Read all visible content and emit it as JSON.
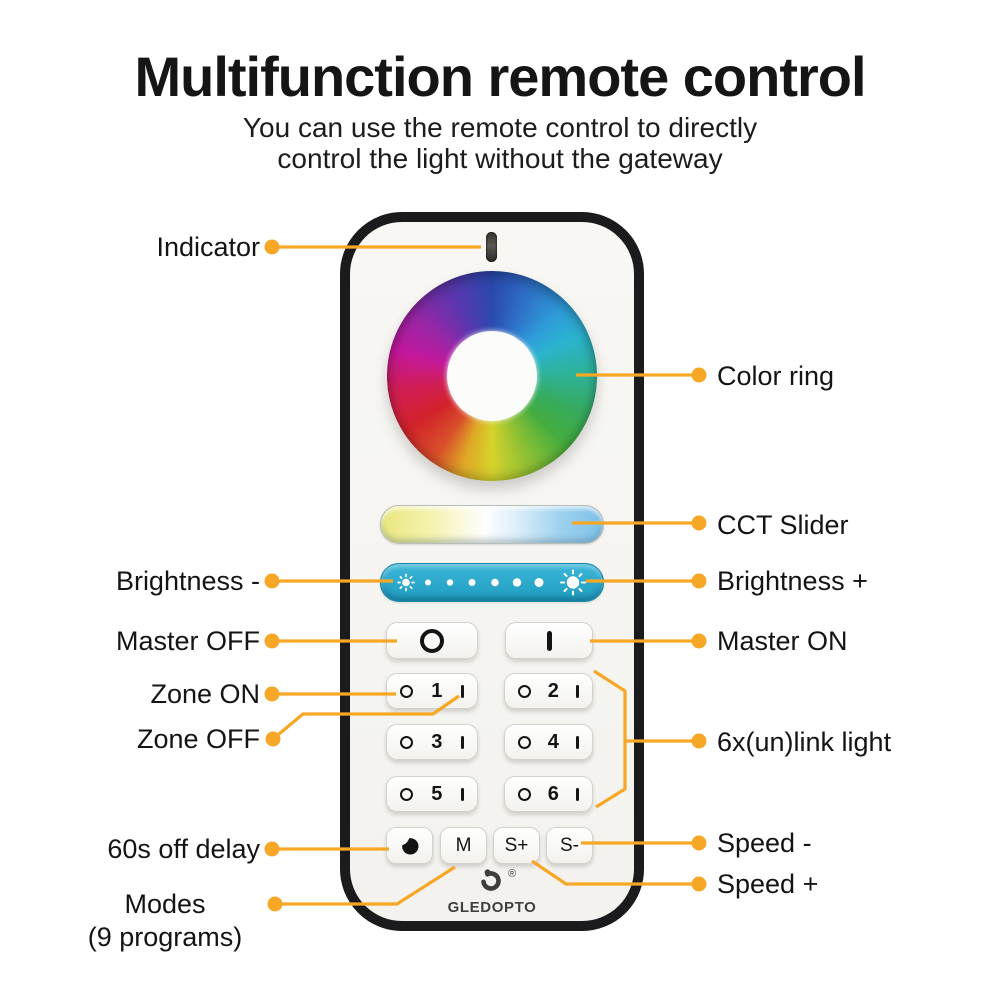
{
  "header": {
    "title": "Multifunction remote control",
    "subtitle_line1": "You can use the remote control to directly",
    "subtitle_line2": "control the light without the gateway"
  },
  "callouts": {
    "indicator": "Indicator",
    "color_ring": "Color ring",
    "cct_slider": "CCT Slider",
    "brightness_minus": "Brightness -",
    "brightness_plus": "Brightness +",
    "master_off": "Master OFF",
    "master_on": "Master ON",
    "zone_on": "Zone ON",
    "zone_off": "Zone OFF",
    "link_light": "6x(un)link light",
    "off_delay": "60s off delay",
    "speed_minus": "Speed -",
    "speed_plus": "Speed +",
    "modes": "Modes",
    "modes_detail": "(9 programs)"
  },
  "remote": {
    "zones": [
      "1",
      "2",
      "3",
      "4",
      "5",
      "6"
    ],
    "mode_button": "M",
    "speed_up_button": "S+",
    "speed_down_button": "S-",
    "brand": "GLEDOPTO",
    "registered_mark": "®",
    "icons": {
      "indicator_led": "led-indicator",
      "power_off": "O",
      "power_on": "I",
      "moon": "crescent-moon",
      "brightness_low": "small-sun",
      "brightness_high": "large-sun"
    },
    "colors": {
      "accent_orange": "#F6A726",
      "body_border": "#1B1B1E",
      "brightness_bar_teal": "#29AACB",
      "cct_warm_yellow": "#E9E77C",
      "cct_cool_blue": "#7CC0E8"
    }
  }
}
